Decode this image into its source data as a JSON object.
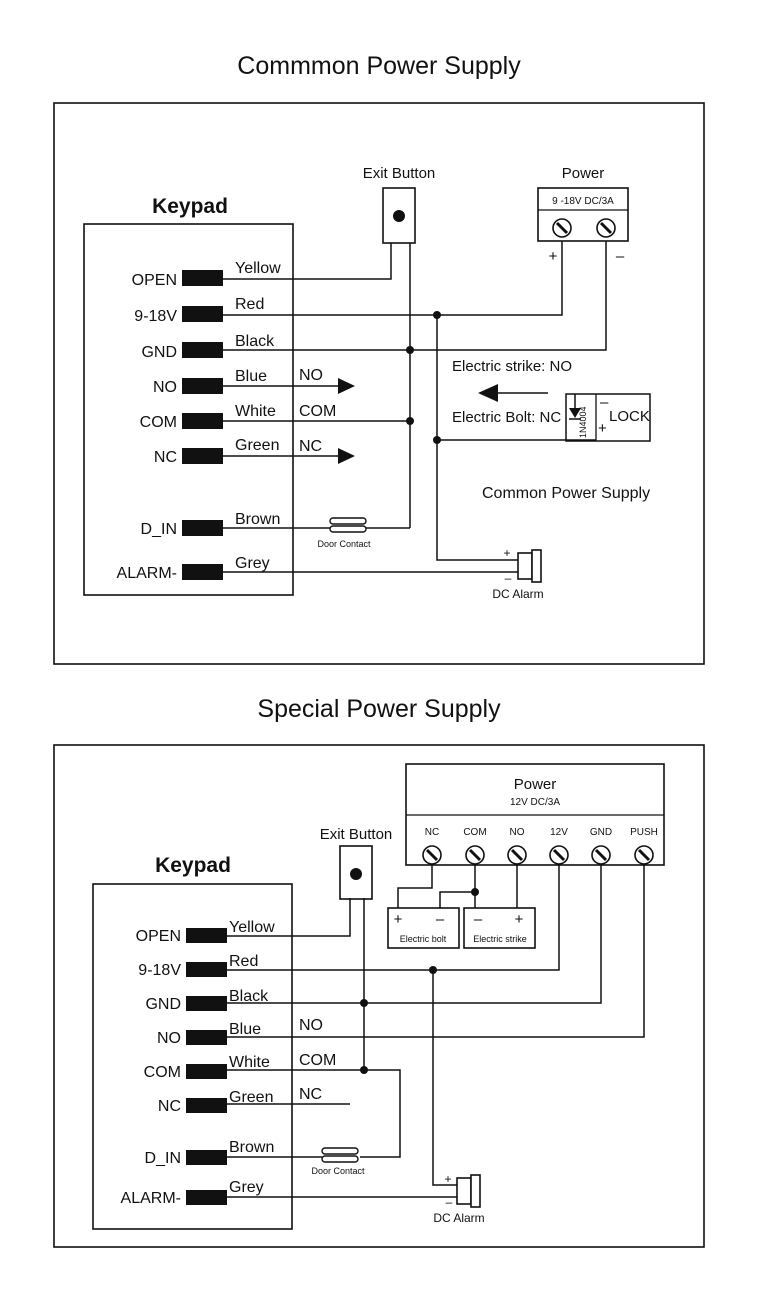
{
  "section1": {
    "title": "Commmon Power Supply",
    "keypad": "Keypad",
    "terminals": [
      {
        "label": "OPEN",
        "wire": "Yellow"
      },
      {
        "label": "9-18V",
        "wire": "Red"
      },
      {
        "label": "GND",
        "wire": "Black"
      },
      {
        "label": "NO",
        "wire": "Blue",
        "tag": "NO"
      },
      {
        "label": "COM",
        "wire": "White",
        "tag": "COM"
      },
      {
        "label": "NC",
        "wire": "Green",
        "tag": "NC"
      },
      {
        "label": "D_IN",
        "wire": "Brown"
      },
      {
        "label": "ALARM-",
        "wire": "Grey"
      }
    ],
    "exit_button": "Exit Button",
    "power_title": "Power",
    "power_rating": "9 -18V  DC/3A",
    "plus": "+",
    "minus": "–",
    "strike_no": "Electric strike: NO",
    "bolt_nc": "Electric Bolt: NC",
    "diode": "1N4004",
    "lock": "LOCK",
    "common_label": "Common Power Supply",
    "door_contact": "Door Contact",
    "dc_alarm": "DC  Alarm"
  },
  "section2": {
    "title": "Special Power Supply",
    "keypad": "Keypad",
    "terminals": [
      {
        "label": "OPEN",
        "wire": "Yellow"
      },
      {
        "label": "9-18V",
        "wire": "Red"
      },
      {
        "label": "GND",
        "wire": "Black"
      },
      {
        "label": "NO",
        "wire": "Blue",
        "tag": "NO"
      },
      {
        "label": "COM",
        "wire": "White",
        "tag": "COM"
      },
      {
        "label": "NC",
        "wire": "Green",
        "tag": "NC"
      },
      {
        "label": "D_IN",
        "wire": "Brown"
      },
      {
        "label": "ALARM-",
        "wire": "Grey"
      }
    ],
    "exit_button": "Exit Button",
    "power_title": "Power",
    "power_rating": "12V DC/3A",
    "power_terminals": [
      "NC",
      "COM",
      "NO",
      "12V",
      "GND",
      "PUSH"
    ],
    "electric_bolt": "Electric bolt",
    "electric_strike": "Electric strike",
    "plus": "+",
    "minus": "–",
    "door_contact": "Door Contact",
    "dc_alarm": "DC  Alarm"
  }
}
